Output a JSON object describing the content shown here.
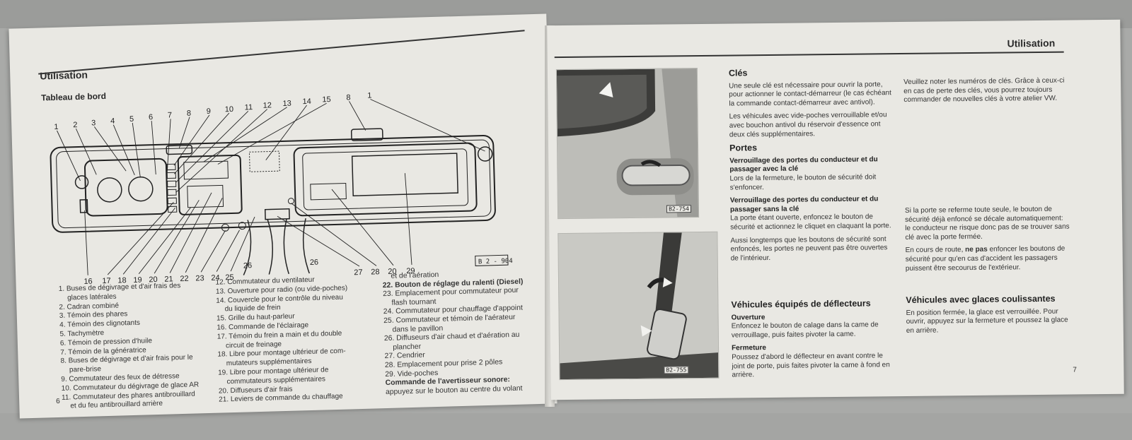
{
  "left_page": {
    "header": "Utilisation",
    "subheading": "Tableau de bord",
    "page_number": "6",
    "diagram": {
      "top_callouts": [
        "1",
        "2",
        "3",
        "4",
        "5",
        "6",
        "7",
        "8",
        "9",
        "10",
        "11",
        "12",
        "13",
        "14",
        "15",
        "8",
        "1"
      ],
      "bottom_callouts": [
        "16",
        "17",
        "18",
        "19",
        "20",
        "21",
        "22",
        "23",
        "24",
        "25",
        "27",
        "28",
        "20",
        "29"
      ],
      "inner_labels": [
        "26",
        "26"
      ],
      "ref": "B 2 - 904"
    },
    "legend_col_1": [
      "1. Buses de dégivrage et d'air frais des",
      "glaces latérales",
      "2. Cadran combiné",
      "3. Témoin des phares",
      "4. Témoin des clignotants",
      "5. Tachymètre",
      "6. Témoin de pression d'huile",
      "7. Témoin de la génératrice",
      "8. Buses de dégivrage et d'air frais pour le",
      "pare-brise",
      "9. Commutateur des feux de détresse",
      "10. Commutateur du dégivrage de glace AR",
      "11. Commutateur des phares antibrouillard",
      "et du feu antibrouillard arrière"
    ],
    "legend_col_2": [
      "12. Commutateur du ventilateur",
      "13. Ouverture pour radio (ou vide-poches)",
      "14. Couvercle pour le contrôle du niveau",
      "du liquide de frein",
      "15. Grille du haut-parleur",
      "16. Commande de l'éclairage",
      "17. Témoin du frein a main et du double",
      "circuit de freinage",
      "18. Libre pour montage ultérieur de com-",
      "mutateurs supplémentaires",
      "19. Libre pour montage ultérieur de",
      "commutateurs supplémentaires",
      "20. Diffuseurs d'air frais",
      "21. Leviers de commande du chauffage"
    ],
    "legend_col_3": [
      "et de l'aération",
      "22. Bouton de réglage du ralenti (Diesel)",
      "23. Emplacement pour commutateur pour",
      "flash tournant",
      "24. Commutateur pour chauffage d'appoint",
      "25. Commutateur et témoin de l'aérateur",
      "dans le pavillon",
      "26. Diffuseurs d'air chaud et d'aération au",
      "plancher",
      "27. Cendrier",
      "28. Emplacement pour prise 2 pôles",
      "29. Vide-poches",
      "Commande de l'avertisseur sonore:",
      "appuyez sur le bouton au centre du volant"
    ]
  },
  "right_page": {
    "header": "Utilisation",
    "page_number": "7",
    "photo_door_ref": "B2-754",
    "photo_window_ref": "B2-755",
    "cles": {
      "heading": "Clés",
      "p1": "Une seule clé est nécessaire pour ouvrir la porte, pour actionner le contact-démarreur (le cas échéant la commande contact-démarreur avec antivol).",
      "p2": "Les véhicules avec vide-poches verrouillable et/ou avec bouchon antivol du réservoir d'essence ont deux clés supplémentaires.",
      "p3": "Veuillez noter les numéros de clés. Grâce à ceux-ci en cas de perte des clés, vous pourrez toujours commander de nouvelles clés à votre atelier VW."
    },
    "portes": {
      "heading": "Portes",
      "sub1": "Verrouillage des portes du conducteur et du passager avec la clé",
      "p1": "Lors de la fermeture, le bouton de sécurité doit s'enfoncer.",
      "sub2": "Verrouillage des portes du conducteur et du passager sans la clé",
      "p2": "La porte étant ouverte, enfoncez le bouton de sécurité et actionnez le cliquet en claquant la porte.",
      "p3": "Aussi longtemps que les boutons de sécurité sont enfoncés, les portes ne peuvent pas être ouvertes de l'intérieur.",
      "p4": "Si la porte se referme toute seule, le bouton de sécurité déjà enfoncé se décale automatiquement: le conducteur ne risque donc pas de se trouver sans clé avec la porte fermée.",
      "p5_pre": "En cours de route, ",
      "p5_bold": "ne pas",
      "p5_post": " enfoncer les boutons de sécurité pour qu'en cas d'accident les passagers puissent être secourus de l'extérieur."
    },
    "deflecteurs": {
      "heading": "Véhicules équipés de déflecteurs",
      "sub1": "Ouverture",
      "p1": "Enfoncez le bouton de calage dans la came de verrouillage, puis faites pivoter la came.",
      "sub2": "Fermeture",
      "p2": "Poussez d'abord le déflecteur en avant contre le joint de porte, puis faites pivoter la came à fond en arrière."
    },
    "glaces": {
      "heading": "Véhicules avec glaces coulissantes",
      "p1": "En position fermée, la glace est verrouillée. Pour ouvrir, appuyez sur la fermeture et poussez la glace en arrière."
    }
  }
}
